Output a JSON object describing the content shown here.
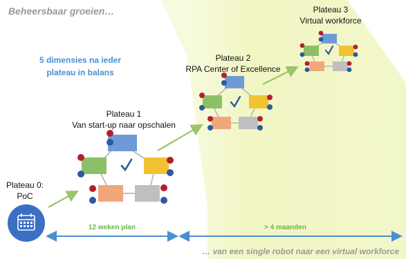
{
  "title": "Beheersbaar groeien…",
  "dimensions_note": "5 dimensies na ieder plateau in balans",
  "plateaus": [
    {
      "name": "Plateau 0:",
      "subtitle": "PoC"
    },
    {
      "name": "Plateau 1",
      "subtitle": "Van start-up naar opschalen"
    },
    {
      "name": "Plateau 2",
      "subtitle": "RPA Center of Excellence"
    },
    {
      "name": "Plateau 3",
      "subtitle": "Virtual workforce"
    }
  ],
  "timeline": {
    "phase1_label": "12 weken plan",
    "phase2_label": "> 4 maanden"
  },
  "subtitle": "… van een single robot naar een virtual workforce",
  "colors": {
    "accent_blue": "#4a8fd0",
    "accent_green": "#6fb34d",
    "arrow_green": "#9cc46a",
    "highlight": "#f2f6c9",
    "node_blue": "#6e9bd8",
    "node_green": "#8cc068",
    "node_yellow": "#f1c232",
    "node_orange": "#f2a77a",
    "node_grey": "#bfbfbf",
    "badge_red": "#b3202b",
    "badge_blue": "#2c5aa0"
  },
  "icons": [
    "calendar-icon",
    "checkmark-icon"
  ]
}
